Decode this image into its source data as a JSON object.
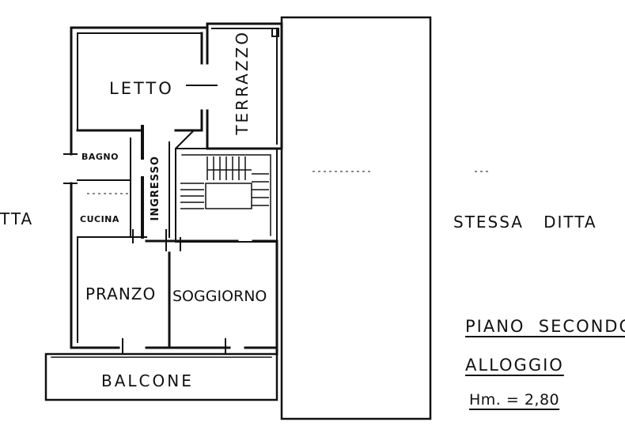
{
  "rooms": {
    "letto": "LETTO",
    "terrazzo": "TERRAZZO",
    "bagno": "BAGNO",
    "cucina": "CUCINA",
    "ingresso": "INGRESSO",
    "pranzo": "PRANZO",
    "soggiorno": "SOGGIORNO",
    "balcone": "BALCONE"
  },
  "neighbors": {
    "left_fragment": "TTA",
    "right": "STESSA   DITTA"
  },
  "info": {
    "floor": "PIANO  SECONDO",
    "unit": "ALLOGGIO",
    "height": "Hm. = 2,80"
  }
}
